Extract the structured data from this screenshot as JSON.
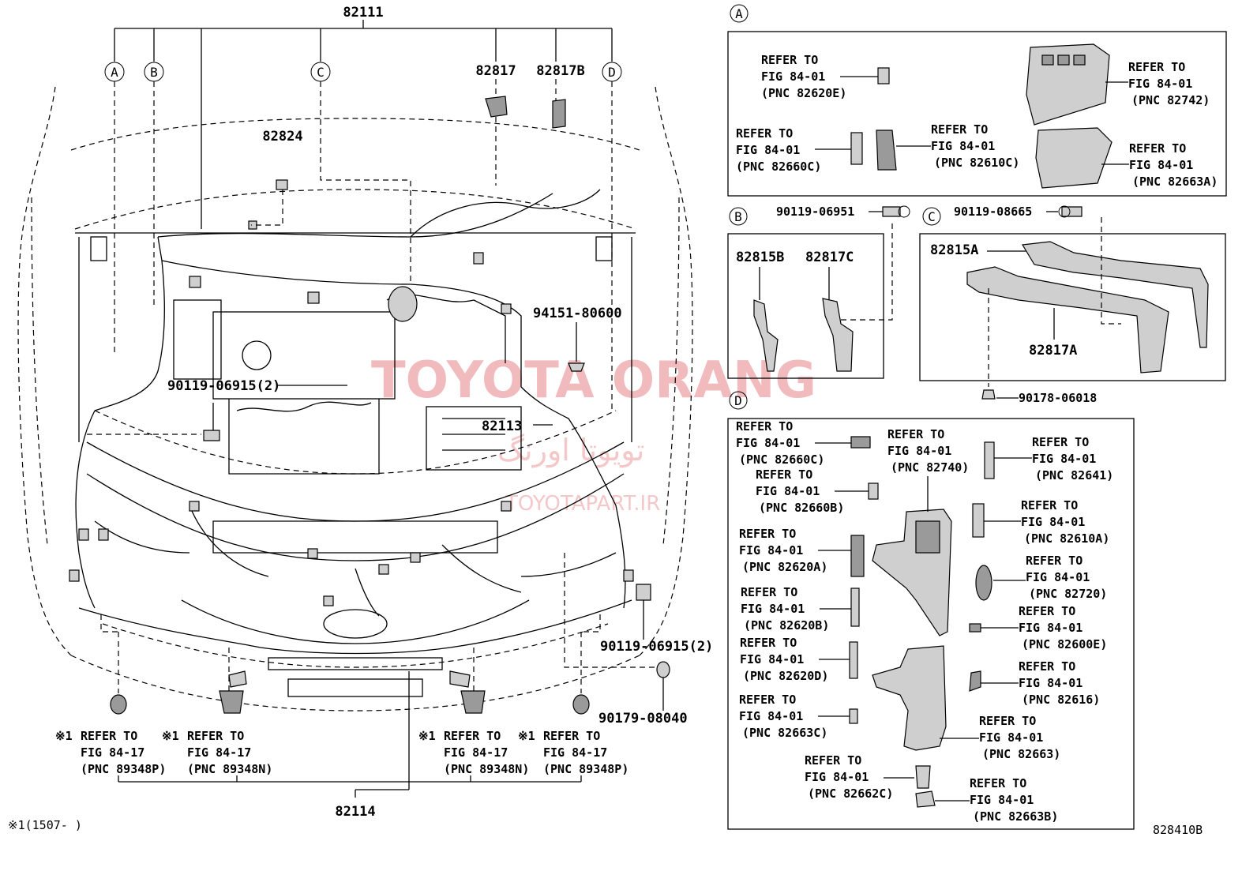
{
  "diagram_code": "828410B",
  "footnote": "※1(1507-     )",
  "watermark": {
    "brand": "TOYOTA ORANG",
    "persian": "تویوتا اورنگ",
    "site": "TOYOTAPART.IR"
  },
  "section_markers": [
    "A",
    "B",
    "C",
    "D"
  ],
  "main_labels": {
    "harness_engine": "82111",
    "harness_front": "82114",
    "harness_82113": "82113",
    "p82824": "82824",
    "p82817": "82817",
    "p82817B": "82817B",
    "p94151": "94151-80600",
    "bolt_left": "90119-06915(2)",
    "bolt_right": "90119-06915(2)",
    "clip_right": "90179-08040"
  },
  "bottom_refs": [
    {
      "mark": "※1",
      "line1": "REFER TO",
      "line2": "FIG 84-17",
      "line3": "(PNC 89348P)"
    },
    {
      "mark": "※1",
      "line1": "REFER TO",
      "line2": "FIG 84-17",
      "line3": "(PNC 89348N)"
    },
    {
      "mark": "※1",
      "line1": "REFER TO",
      "line2": "FIG 84-17",
      "line3": "(PNC 89348N)"
    },
    {
      "mark": "※1",
      "line1": "REFER TO",
      "line2": "FIG 84-17",
      "line3": "(PNC 89348P)"
    }
  ],
  "box_a": {
    "refs": [
      {
        "line1": "REFER TO",
        "line2": "FIG 84-01",
        "line3": "(PNC 82620E)"
      },
      {
        "line1": "REFER TO",
        "line2": "FIG 84-01",
        "line3": "(PNC 82660C)"
      },
      {
        "line1": "REFER TO",
        "line2": "FIG 84-01",
        "line3": "(PNC 82610C)"
      },
      {
        "line1": "REFER TO",
        "line2": "FIG 84-01",
        "line3": "(PNC 82742)"
      },
      {
        "line1": "REFER TO",
        "line2": "FIG 84-01",
        "line3": "(PNC 82663A)"
      }
    ]
  },
  "box_b": {
    "bolt": "90119-06951",
    "labels": [
      "82815B",
      "82817C"
    ]
  },
  "box_c": {
    "bolt": "90119-08665",
    "labels": [
      "82815A",
      "82817A"
    ],
    "clip": "90178-06018"
  },
  "box_d": {
    "refs": [
      {
        "line1": "REFER TO",
        "line2": "FIG 84-01",
        "line3": "(PNC 82660C)"
      },
      {
        "line1": "REFER TO",
        "line2": "FIG 84-01",
        "line3": "(PNC 82740)"
      },
      {
        "line1": "REFER TO",
        "line2": "FIG 84-01",
        "line3": "(PNC 82641)"
      },
      {
        "line1": "REFER TO",
        "line2": "FIG 84-01",
        "line3": "(PNC 82660B)"
      },
      {
        "line1": "REFER TO",
        "line2": "FIG 84-01",
        "line3": "(PNC 82610A)"
      },
      {
        "line1": "REFER TO",
        "line2": "FIG 84-01",
        "line3": "(PNC 82620A)"
      },
      {
        "line1": "REFER TO",
        "line2": "FIG 84-01",
        "line3": "(PNC 82720)"
      },
      {
        "line1": "REFER TO",
        "line2": "FIG 84-01",
        "line3": "(PNC 82620B)"
      },
      {
        "line1": "REFER TO",
        "line2": "FIG 84-01",
        "line3": "(PNC 82600E)"
      },
      {
        "line1": "REFER TO",
        "line2": "FIG 84-01",
        "line3": "(PNC 82620D)"
      },
      {
        "line1": "REFER TO",
        "line2": "FIG 84-01",
        "line3": "(PNC 82616)"
      },
      {
        "line1": "REFER TO",
        "line2": "FIG 84-01",
        "line3": "(PNC 82663C)"
      },
      {
        "line1": "REFER TO",
        "line2": "FIG 84-01",
        "line3": "(PNC 82663)"
      },
      {
        "line1": "REFER TO",
        "line2": "FIG 84-01",
        "line3": "(PNC 82662C)"
      },
      {
        "line1": "REFER TO",
        "line2": "FIG 84-01",
        "line3": "(PNC 82663B)"
      }
    ]
  }
}
